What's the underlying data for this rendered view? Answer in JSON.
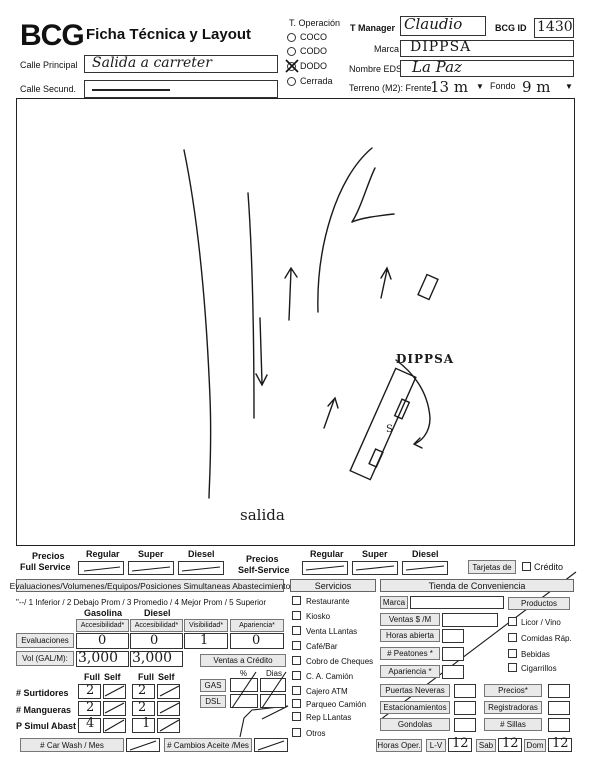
{
  "header": {
    "logo": "BCG",
    "title": "Ficha Técnica y Layout",
    "calle_principal_label": "Calle Principal",
    "calle_principal_value": "Salida a carreter",
    "calle_secund_label": "Calle Secund.",
    "operacion_label": "T. Operación",
    "operacion_options": [
      "COCO",
      "CODO",
      "DODO",
      "Cerrada"
    ],
    "operacion_selected": "DODO",
    "t_manager_label": "T Manager",
    "t_manager_value": "Claudio",
    "bcg_id_label": "BCG ID",
    "bcg_id_value": "1430",
    "marca_label": "Marca",
    "marca_value": "DIPPSA",
    "nombre_eds_label": "Nombre EDS",
    "nombre_eds_value": "La Paz",
    "terreno_label": "Terreno (M2): Frente",
    "terreno_frente_value": "13 m",
    "fondo_label": "Fondo",
    "fondo_value": "9 m"
  },
  "sketch": {
    "station_label": "DIPPSA",
    "salida_label": "salida",
    "s_label": "S"
  },
  "precios_full": {
    "label_line1": "Precios",
    "label_line2": "Full Service",
    "regular": "Regular",
    "super": "Super",
    "diesel": "Diesel"
  },
  "precios_self": {
    "label_line1": "Precios",
    "label_line2": "Self-Service",
    "regular": "Regular",
    "super": "Super",
    "diesel": "Diesel"
  },
  "tarjetas": {
    "label": "Tarjetas de",
    "credito": "Crédito"
  },
  "evaluaciones": {
    "header": "Evaluaciones/Volumenes/Equipos/Posiciones Simultaneas Abastecimiento",
    "scale": "\"--/ 1 Inferior  / 2 Debajo Prom  / 3 Promedio  / 4 Mejor Prom  / 5 Superior",
    "gasolina": "Gasolina",
    "diesel": "Diesel",
    "accesibilidad": "Accesibilidad*",
    "visibilidad": "Visibilidad*",
    "apariencia": "Apariencia*",
    "eval_label": "Evaluaciones",
    "vol_label": "Vol (GAL/M):",
    "eval_gasolina": "0",
    "eval_diesel": "0",
    "eval_visibilidad": "1",
    "eval_apariencia": "0",
    "vol_gasolina": "3,000",
    "vol_diesel": "3,000"
  },
  "ventas_credito": {
    "label": "Ventas a Crédito",
    "pct": "%",
    "dias": "Dias",
    "gas": "GAS",
    "dsl": "DSL"
  },
  "equipos": {
    "full": "Full",
    "self": "Self",
    "surtidores_label": "# Surtidores",
    "mangueras_label": "# Mangueras",
    "simul_label": "P Simul Abast",
    "surtidores_gas": "2",
    "surtidores_dsl": "2",
    "mangueras_gas": "2",
    "mangueras_dsl": "2",
    "simul_gas": "4",
    "simul_dsl": "1"
  },
  "servicios": {
    "header": "Servicios",
    "items": [
      "Restaurante",
      "Kiosko",
      "Venta LLantas",
      "Café/Bar",
      "Cobro de Cheques",
      "C. A. Camión",
      "Cajero ATM",
      "Parqueo Camión",
      "Rep LLantas",
      "Otros"
    ]
  },
  "tienda": {
    "header": "Tienda de Conveniencia",
    "marca": "Marca",
    "productos": "Productos",
    "ventas": "Ventas $ /M",
    "horas": "Horas abierta",
    "peatones": "# Peatones *",
    "apariencia": "Apariencia *",
    "productos_list": [
      "Licor / Vino",
      "Comidas Ráp.",
      "Bebidas",
      "Cigarrillos"
    ],
    "puertas": "Puertas Neveras",
    "precios": "Precios*",
    "estacionamientos": "Estacionamientos",
    "registradoras": "Registradoras",
    "gondolas": "Gondolas",
    "sillas": "# Sillas"
  },
  "footer": {
    "carwash": "# Car Wash / Mes",
    "cambios": "# Cambios Aceite /Mes",
    "horas_oper": "Horas Oper.",
    "lv": "L-V",
    "lv_value": "12",
    "sab": "Sab",
    "sab_value": "12",
    "dom": "Dom",
    "dom_value": "12"
  },
  "colors": {
    "ink": "#1a1a1a",
    "gray_box": "#e9e9e9"
  }
}
